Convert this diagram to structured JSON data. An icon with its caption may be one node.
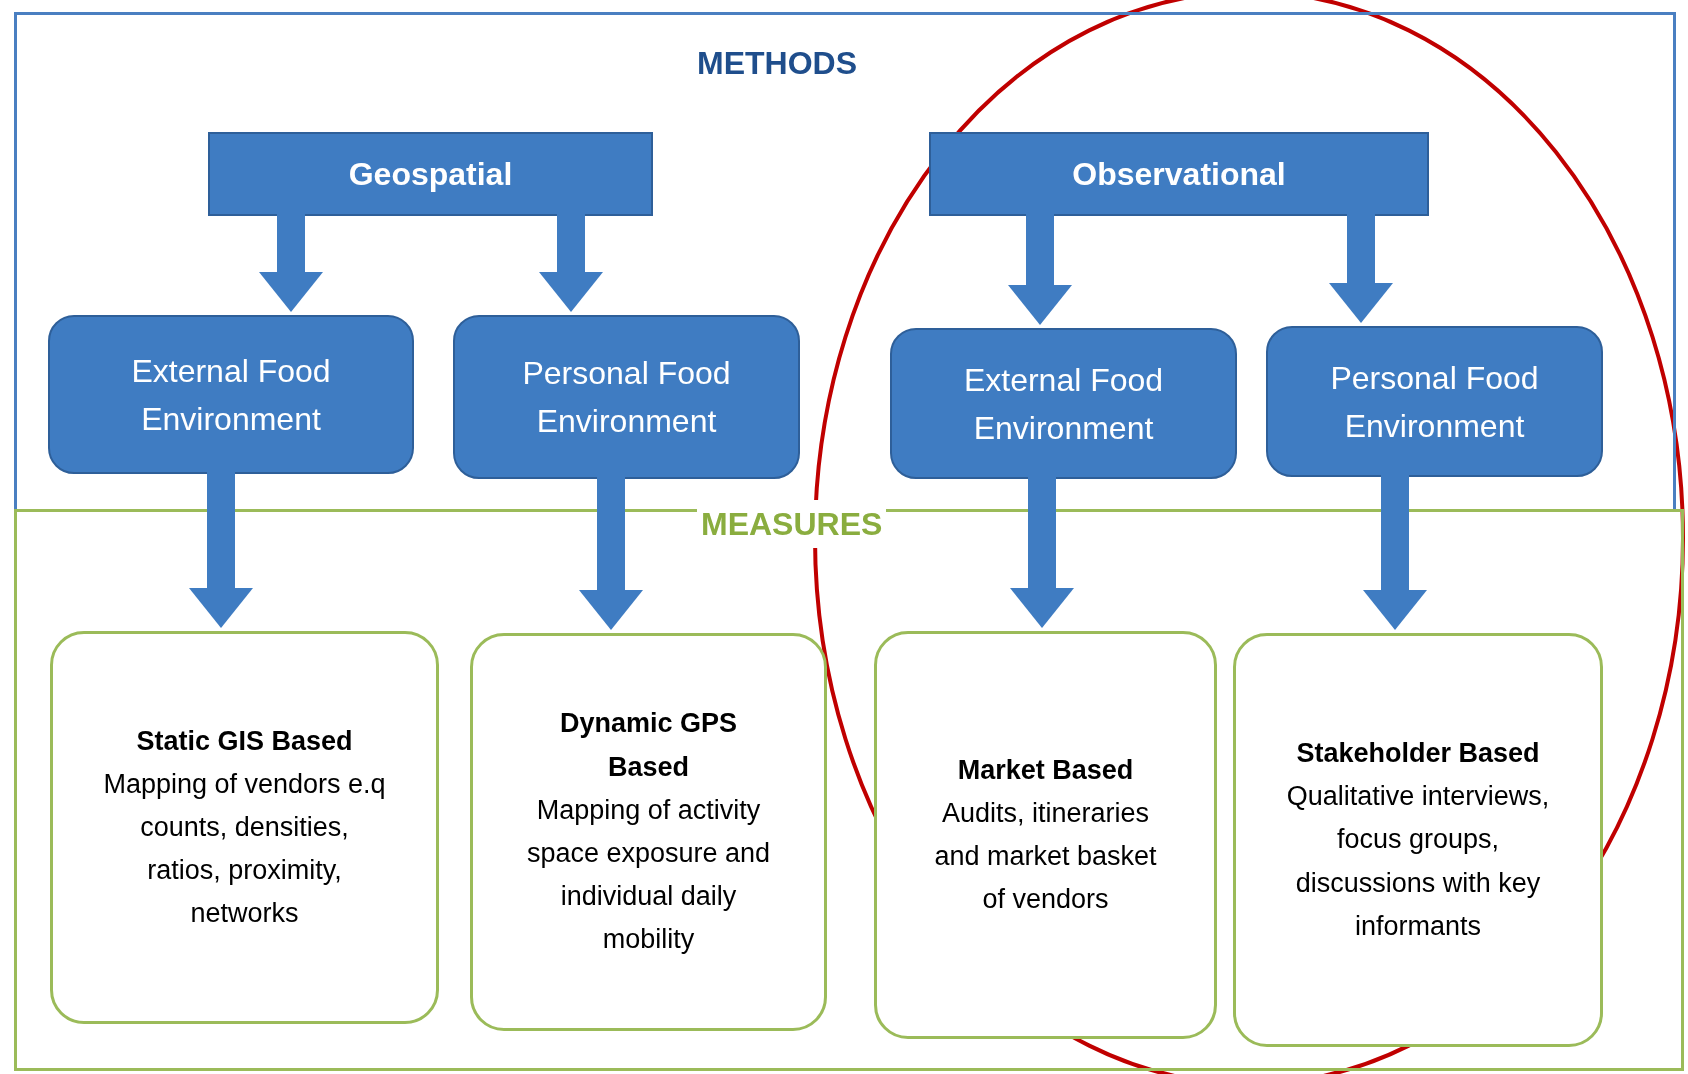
{
  "diagram": {
    "nodes": [
      {
        "text": [
          "METHODS"
        ]
      },
      {
        "text": [
          "Geospatial"
        ],
        "in": 0
      },
      {
        "text": [
          "Observational"
        ],
        "in": 0
      },
      {
        "text": [
          "External Food Environment"
        ],
        "in": 0
      },
      {
        "text": [
          "Personal Food Environment"
        ],
        "in": 0
      },
      {
        "text": [
          "External Food Environment"
        ],
        "in": 0
      },
      {
        "text": [
          "Personal Food Environment"
        ],
        "in": 0
      },
      {
        "text": [
          "MEASURES"
        ]
      },
      {
        "text": [
          "Static GIS Based",
          "Mapping of vendors e.q counts, densities, ratios, proximity, networks"
        ],
        "in": 7
      },
      {
        "text": [
          "Dynamic GPS Based",
          "Mapping of activity space exposure and individual daily mobility"
        ],
        "in": 7
      },
      {
        "text": [
          "Market Based",
          "Audits, itineraries and market basket of vendors"
        ],
        "in": 7
      },
      {
        "text": [
          "Stakeholder Based",
          "Qualitative interviews, focus groups, discussions with key informants"
        ],
        "in": 7
      }
    ],
    "edges": [
      {
        "from": 1,
        "to": 3,
        "arrow": "to"
      },
      {
        "from": 1,
        "to": 4,
        "arrow": "to"
      },
      {
        "from": 2,
        "to": 5,
        "arrow": "to"
      },
      {
        "from": 2,
        "to": 6,
        "arrow": "to"
      },
      {
        "from": 3,
        "to": 8,
        "arrow": "to"
      },
      {
        "from": 4,
        "to": 9,
        "arrow": "to"
      },
      {
        "from": 5,
        "to": 10,
        "arrow": "to"
      },
      {
        "from": 6,
        "to": 11,
        "arrow": "to"
      }
    ]
  }
}
